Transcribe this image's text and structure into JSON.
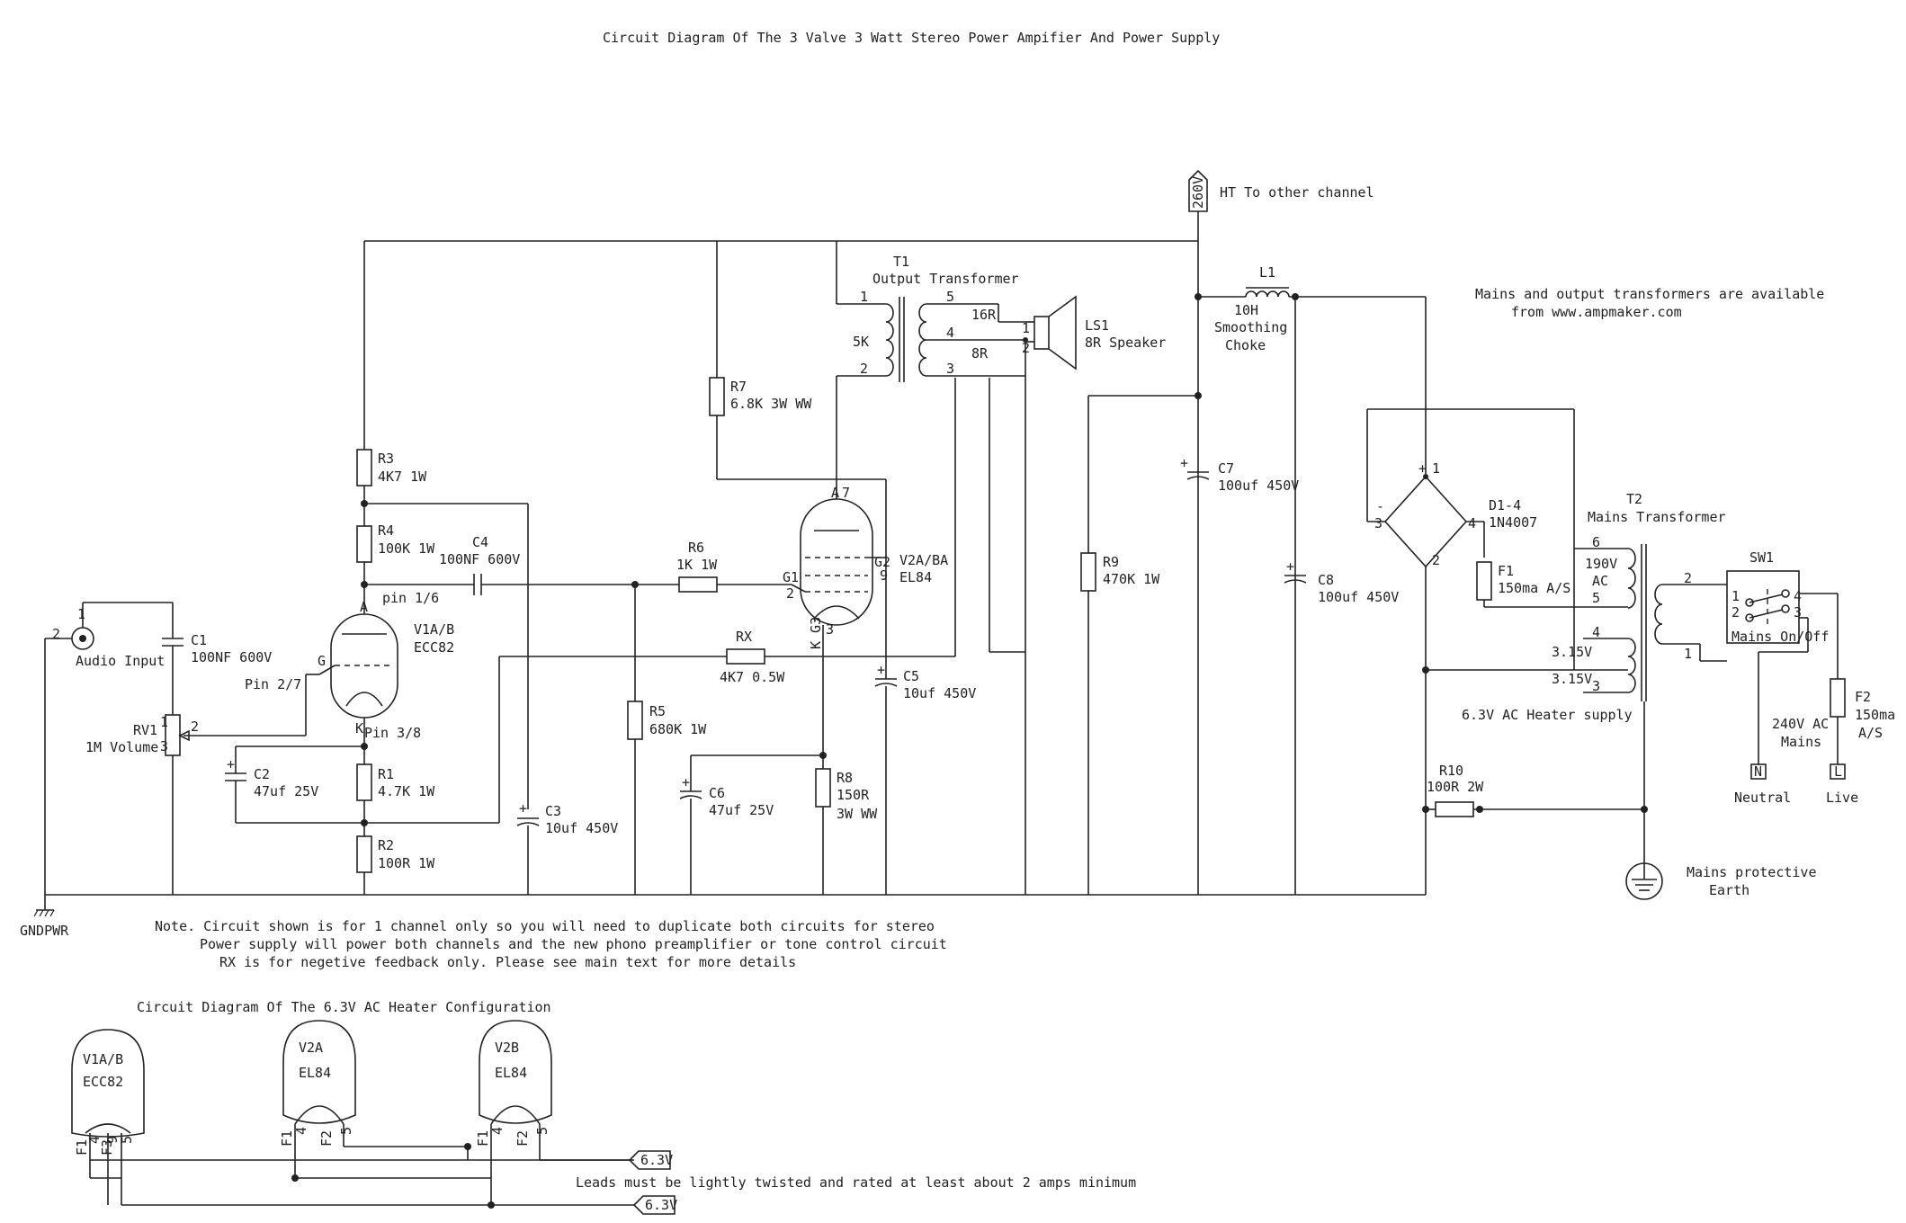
{
  "title": "Circuit Diagram Of The 3 Valve 3 Watt Stereo Power Ampifier And Power Supply",
  "supply": {
    "voltage": "260V",
    "ht_label": "HT To other channel"
  },
  "notice": [
    "Mains and output transformers are available",
    "from www.ampmaker.com"
  ],
  "inputs": {
    "audio_pin": "1",
    "audio_ground_pin": "2",
    "audio_label": "Audio Input"
  },
  "components": {
    "C1": {
      "ref": "C1",
      "value": "100NF 600V"
    },
    "RV1": {
      "ref": "RV1",
      "value": "1M Volume",
      "wiper": "2",
      "top": "1",
      "bottom": "3"
    },
    "R3": {
      "ref": "R3",
      "value": "4K7 1W"
    },
    "R4": {
      "ref": "R4",
      "value": "100K 1W"
    },
    "C4": {
      "ref": "C4",
      "value": "100NF 600V"
    },
    "V1": {
      "ref": "V1A/B",
      "value": "ECC82",
      "pin_a": "pin 1/6",
      "pin_g": "Pin 2/7",
      "pin_k": "Pin 3/8",
      "letter_a": "A",
      "letter_g": "G",
      "letter_k": "K"
    },
    "C2": {
      "ref": "C2",
      "value": "47uf 25V"
    },
    "R1": {
      "ref": "R1",
      "value": "4.7K 1W"
    },
    "R2": {
      "ref": "R2",
      "value": "100R 1W"
    },
    "C3": {
      "ref": "C3",
      "value": "10uf 450V"
    },
    "R6": {
      "ref": "R6",
      "value": "1K 1W"
    },
    "R5": {
      "ref": "R5",
      "value": "680K 1W"
    },
    "RX": {
      "ref": "RX",
      "value": "4K7 0.5W"
    },
    "R7": {
      "ref": "R7",
      "value": "6.8K 3W WW"
    },
    "V2": {
      "ref": "V2A/BA",
      "value": "EL84",
      "g1": "G1",
      "g1_pin": "2",
      "g2": "G2",
      "g2_pin": "9",
      "k_pin": "K G3",
      "pin3": "3",
      "a": "A",
      "pin7": "7"
    },
    "C5": {
      "ref": "C5",
      "value": "10uf 450V"
    },
    "C6": {
      "ref": "C6",
      "value": "47uf 25V"
    },
    "R8": {
      "ref": "R8",
      "value": "150R",
      "value2": "3W WW"
    },
    "T1": {
      "ref": "T1",
      "value": "Output Transformer",
      "p1": "1",
      "p2": "2",
      "imp": "5K",
      "p3": "3",
      "p4": "4",
      "p5": "5",
      "tap16": "16R",
      "tap8": "8R"
    },
    "LS1": {
      "ref": "LS1",
      "value": "8R Speaker",
      "p1": "1",
      "p2": "2"
    },
    "R9": {
      "ref": "R9",
      "value": "470K 1W"
    },
    "C7": {
      "ref": "C7",
      "value": "100uf 450V"
    },
    "L1": {
      "ref": "L1",
      "value": "10H",
      "line2": "Smoothing",
      "line3": "Choke"
    },
    "C8": {
      "ref": "C8",
      "value": "100uf 450V"
    },
    "D1": {
      "ref": "D1-4",
      "value": "1N4007",
      "p1": "1",
      "p2": "2",
      "p3": "3",
      "p4": "4",
      "plus": "+",
      "minus": "-"
    },
    "F1": {
      "ref": "F1",
      "value": "150ma A/S"
    },
    "T2": {
      "ref": "T2",
      "value": "Mains Transformer",
      "p6": "6",
      "p5": "5",
      "sec": "190V",
      "ac": "AC",
      "p4": "4",
      "p3": "3",
      "h1": "3.15V",
      "h2": "3.15V",
      "p2": "2",
      "p1": "1"
    },
    "SW1": {
      "ref": "SW1",
      "value": "Mains On/Off",
      "p1": "1",
      "p2": "2",
      "p3": "3",
      "p4": "4"
    },
    "F2": {
      "ref": "F2",
      "value": "150ma",
      "value2": "A/S"
    },
    "R10": {
      "ref": "R10",
      "value": "100R 2W"
    }
  },
  "labels": {
    "heater_supply": "6.3V AC Heater supply",
    "mains": "240V AC",
    "mains2": "Mains",
    "neutral": "Neutral",
    "live": "Live",
    "neutral_letter": "N",
    "live_letter": "L",
    "earth": "Mains protective",
    "earth2": "Earth",
    "gnd": "GNDPWR"
  },
  "notes": [
    "Note. Circuit shown is for 1 channel only so you will need to duplicate both circuits for stereo",
    "Power supply will power both channels and the new phono preamplifier or tone control circuit",
    "RX is for negetive feedback only.  Please see main text for more details"
  ],
  "heater": {
    "title": "Circuit Diagram Of The 6.3V AC Heater Configuration",
    "v1_name": "V1A/B",
    "v1_type": "ECC82",
    "v2a_name": "V2A",
    "v2a_type": "EL84",
    "v2b_name": "V2B",
    "v2b_type": "EL84",
    "pin_f1": "F1",
    "pin_f2": "F2",
    "pin_4": "4",
    "pin_5": "5",
    "pin_f3": "F3",
    "pin_9": "9",
    "supply_a": "6.3V",
    "supply_b": "6.3V",
    "note": "Leads must be lightly twisted and rated at least about 2 amps minimum"
  }
}
